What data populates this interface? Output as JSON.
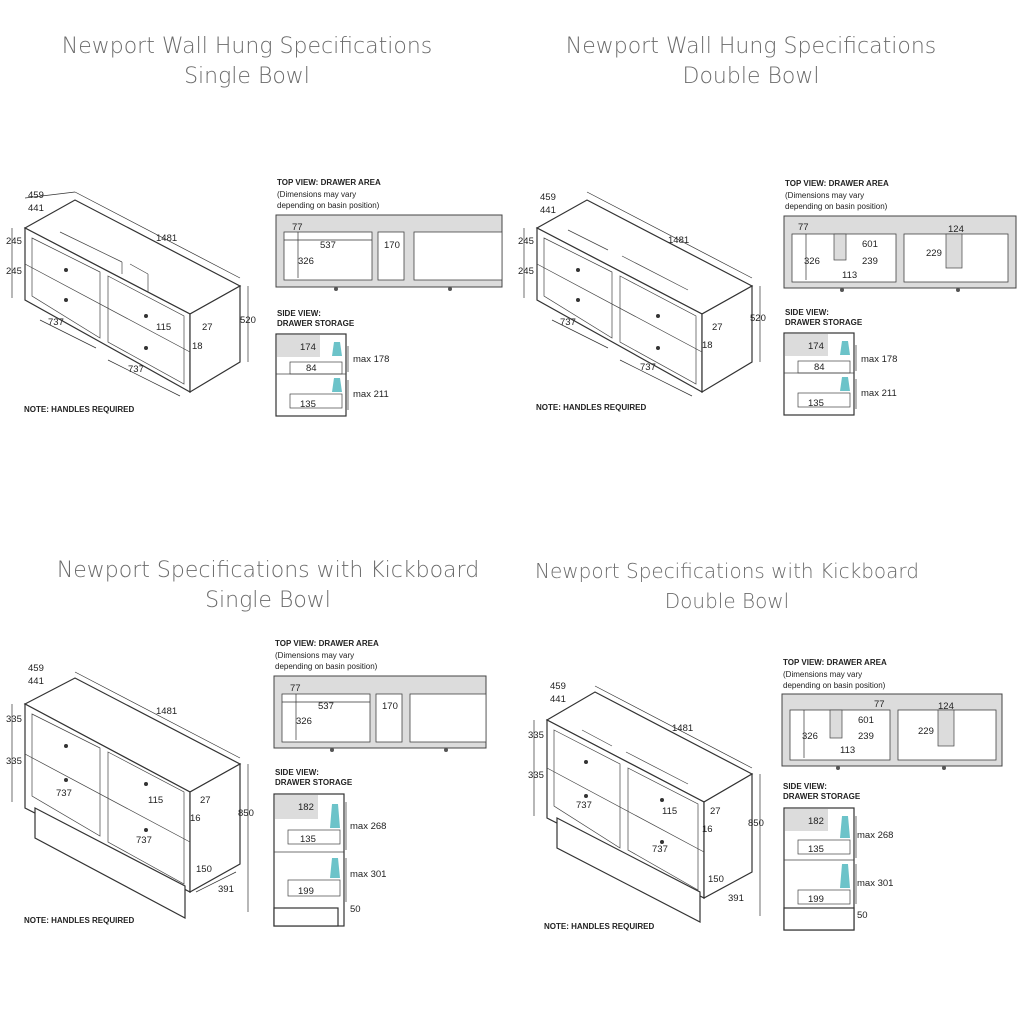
{
  "panels": [
    {
      "id": "wall-single",
      "title_line1": "Newport Wall Hung Specifications",
      "title_line2": "Single Bowl",
      "cabinet": {
        "depth_outer": "459",
        "depth_inner": "441",
        "drawer_h1": "245",
        "drawer_h2": "245",
        "width": "1481",
        "drawer_w_left": "737",
        "drawer_w_right": "737",
        "handle": "115",
        "gap": "27",
        "base": "18",
        "height": "520"
      },
      "note": "NOTE: HANDLES REQUIRED",
      "top_view": {
        "heading": "TOP VIEW: DRAWER AREA",
        "caption_1": "(Dimensions may vary",
        "caption_2": "depending on basin position)",
        "d1": "77",
        "d2": "537",
        "d3": "170",
        "d4": "326"
      },
      "side_view": {
        "heading_1": "SIDE VIEW:",
        "heading_2": "DRAWER STORAGE",
        "s1": "174",
        "s2": "84",
        "s3": "135",
        "max1": "max 178",
        "max2": "max 211"
      }
    },
    {
      "id": "wall-double",
      "title_line1": "Newport Wall Hung Specifications",
      "title_line2": "Double Bowl",
      "cabinet": {
        "depth_outer": "459",
        "depth_inner": "441",
        "drawer_h1": "245",
        "drawer_h2": "245",
        "width": "1481",
        "drawer_w_left": "737",
        "drawer_w_right": "737",
        "gap": "27",
        "base": "18",
        "height": "520"
      },
      "note": "NOTE: HANDLES REQUIRED",
      "top_view": {
        "heading": "TOP VIEW: DRAWER AREA",
        "caption_1": "(Dimensions may vary",
        "caption_2": "depending on basin position)",
        "d1": "77",
        "d2": "601",
        "d3": "239",
        "d4": "326",
        "d5": "113",
        "d6": "124",
        "d7": "229"
      },
      "side_view": {
        "heading_1": "SIDE VIEW:",
        "heading_2": "DRAWER STORAGE",
        "s1": "174",
        "s2": "84",
        "s3": "135",
        "max1": "max 178",
        "max2": "max 211"
      }
    },
    {
      "id": "kick-single",
      "title_line1": "Newport Specifications with Kickboard",
      "title_line2": "Single Bowl",
      "cabinet": {
        "depth_outer": "459",
        "depth_inner": "441",
        "drawer_h1": "335",
        "drawer_h2": "335",
        "width": "1481",
        "drawer_w_left": "737",
        "drawer_w_right": "737",
        "handle": "115",
        "gap": "27",
        "base": "16",
        "height": "850",
        "kick_h": "150",
        "kick_d": "391"
      },
      "note": "NOTE: HANDLES REQUIRED",
      "top_view": {
        "heading": "TOP VIEW: DRAWER AREA",
        "caption_1": "(Dimensions may vary",
        "caption_2": "depending on basin position)",
        "d1": "77",
        "d2": "537",
        "d3": "170",
        "d4": "326"
      },
      "side_view": {
        "heading_1": "SIDE VIEW:",
        "heading_2": "DRAWER STORAGE",
        "s1": "182",
        "s2": "135",
        "s3": "199",
        "max1": "max 268",
        "max2": "max 301",
        "kick": "50"
      }
    },
    {
      "id": "kick-double",
      "title_line1": "Newport Specifications with Kickboard",
      "title_line2": "Double Bowl",
      "cabinet": {
        "depth_outer": "459",
        "depth_inner": "441",
        "drawer_h1": "335",
        "drawer_h2": "335",
        "width": "1481",
        "drawer_w_left": "737",
        "drawer_w_right": "737",
        "handle": "115",
        "gap": "27",
        "base": "16",
        "height": "850",
        "kick_h": "150",
        "kick_d": "391"
      },
      "note": "NOTE: HANDLES REQUIRED",
      "top_view": {
        "heading": "TOP VIEW: DRAWER AREA",
        "caption_1": "(Dimensions may vary",
        "caption_2": "depending on basin position)",
        "d1": "77",
        "d2": "601",
        "d3": "239",
        "d4": "326",
        "d5": "113",
        "d6": "124",
        "d7": "229"
      },
      "side_view": {
        "heading_1": "SIDE VIEW:",
        "heading_2": "DRAWER STORAGE",
        "s1": "182",
        "s2": "135",
        "s3": "199",
        "max1": "max 268",
        "max2": "max 301",
        "kick": "50"
      }
    }
  ],
  "colors": {
    "title": "#6b6b6b",
    "water": "#6cc3c9",
    "shade": "#dcdcdc"
  }
}
